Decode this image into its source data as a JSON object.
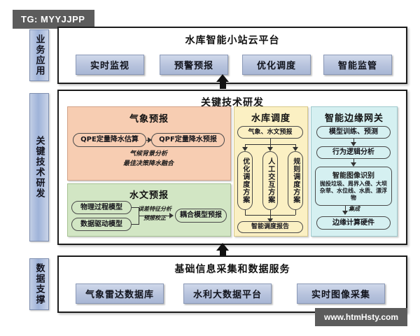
{
  "badges": {
    "tag": "TG: MYYJJPP",
    "watermark": "www.htmHsty.com"
  },
  "layers": [
    {
      "vertical_label": "业务应用"
    },
    {
      "vertical_label": "关键技术研发"
    },
    {
      "vertical_label": "数据支撑"
    }
  ],
  "business_layer": {
    "vertical_label": "业务应用",
    "title": "水库智能小站云平台",
    "buttons": [
      "实时监视",
      "预警预报",
      "优化调度",
      "智能监管"
    ]
  },
  "tech_layer": {
    "vertical_label": "关键技术研发",
    "title": "关键技术研发",
    "panels": {
      "weather": {
        "title": "气象预报",
        "color": "#f7cdb2",
        "nodes": [
          "QPE定量降水估算",
          "QPF定量降水预报"
        ],
        "annotations": [
          "气候背景分析",
          "最佳决策降水融合"
        ]
      },
      "hydrology": {
        "title": "水文预报",
        "color": "#d2e6c4",
        "inputs": [
          "物理过程模型",
          "数据驱动模型"
        ],
        "annotations": [
          "误差特征分析",
          "预报校正"
        ],
        "output": "耦合模型预报"
      },
      "dispatch": {
        "title": "水库调度",
        "color": "#fbf0c3",
        "input": "气象、水文预报",
        "options": [
          "优化调度方案",
          "人工交互方案",
          "规则调度方案"
        ],
        "output": "智能调度报告"
      },
      "gateway": {
        "title": "智能边缘网关",
        "color": "#d5f0f1",
        "nodes": [
          "模型训练、预测",
          "行为逻辑分析"
        ],
        "recognition": {
          "title": "智能图像识别",
          "detail": "抛投垃圾、周界入侵、大坝杂草、水位线、水质、漂浮物"
        },
        "edge_label": "集成",
        "output": "边缘计算硬件"
      }
    }
  },
  "data_layer": {
    "vertical_label": "数据支撑",
    "title": "基础信息采集和数据服务",
    "buttons": [
      "气象雷达数据库",
      "水利大数据平台",
      "实时图像采集"
    ]
  }
}
